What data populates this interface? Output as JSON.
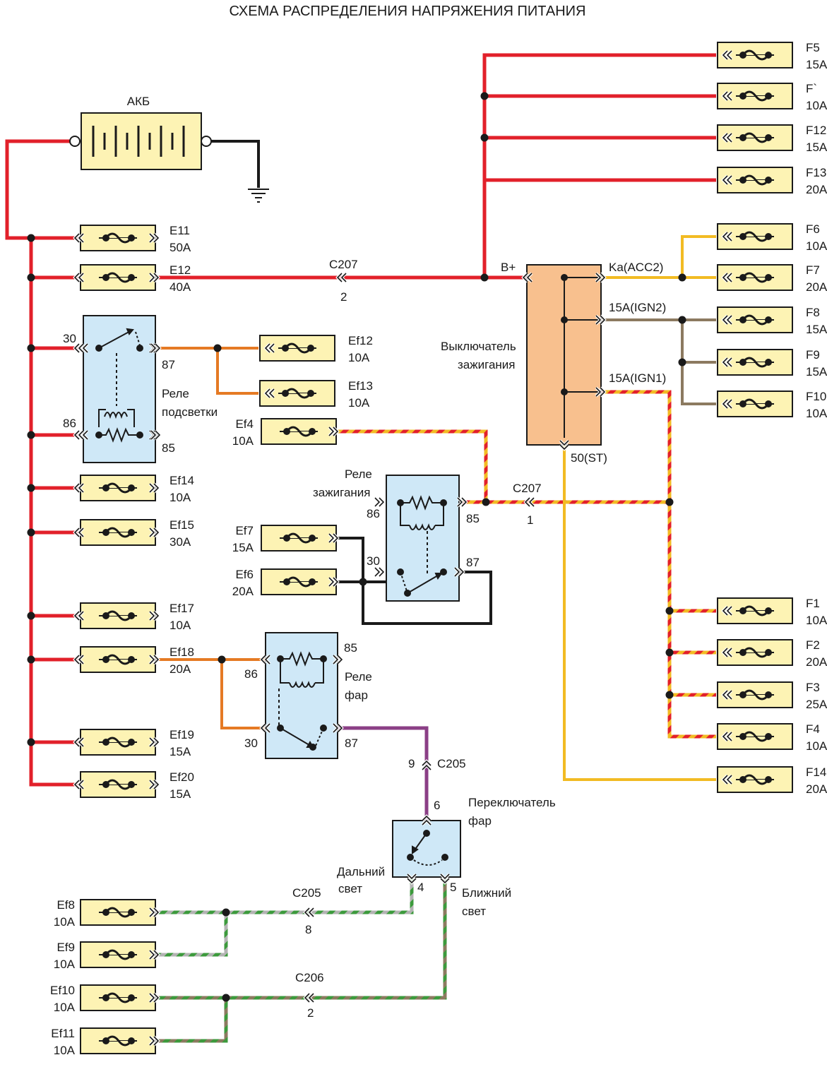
{
  "title": "СХЕМА РАСПРЕДЕЛЕНИЯ НАПРЯЖЕНИЯ ПИТАНИЯ",
  "colors": {
    "red": "#e2202a",
    "black": "#1a1a1a",
    "orange": "#e57a24",
    "yellow": "#f2bb23",
    "brown": "#8c7a60",
    "purple": "#8b3f86",
    "green": "#3c9a3c",
    "gray": "#b3b3b3",
    "fuse_fill": "#fdf3b4",
    "relay_fill": "#cfe8f7",
    "switch_fill": "#f8c08e"
  },
  "battery": {
    "label": "АКБ"
  },
  "fuses": {
    "F5": [
      "F5",
      "15A"
    ],
    "Fx": [
      "F`",
      "10A"
    ],
    "F12": [
      "F12",
      "15A"
    ],
    "F13": [
      "F13",
      "20A"
    ],
    "F6": [
      "F6",
      "10A"
    ],
    "F7": [
      "F7",
      "20A"
    ],
    "F8": [
      "F8",
      "15A"
    ],
    "F9": [
      "F9",
      "15A"
    ],
    "F10": [
      "F10",
      "10A"
    ],
    "F1": [
      "F1",
      "10A"
    ],
    "F2": [
      "F2",
      "20A"
    ],
    "F3": [
      "F3",
      "25A"
    ],
    "F4": [
      "F4",
      "10A"
    ],
    "F14": [
      "F14",
      "20A"
    ],
    "E11": [
      "E11",
      "50A"
    ],
    "E12": [
      "E12",
      "40A"
    ],
    "Ef12": [
      "Ef12",
      "10A"
    ],
    "Ef13": [
      "Ef13",
      "10A"
    ],
    "Ef4": [
      "Ef4",
      "10A"
    ],
    "Ef14": [
      "Ef14",
      "10A"
    ],
    "Ef15": [
      "Ef15",
      "30A"
    ],
    "Ef7": [
      "Ef7",
      "15A"
    ],
    "Ef6": [
      "Ef6",
      "20A"
    ],
    "Ef17": [
      "Ef17",
      "10A"
    ],
    "Ef18": [
      "Ef18",
      "20A"
    ],
    "Ef19": [
      "Ef19",
      "15A"
    ],
    "Ef20": [
      "Ef20",
      "15A"
    ],
    "Ef8": [
      "Ef8",
      "10A"
    ],
    "Ef9": [
      "Ef9",
      "10A"
    ],
    "Ef10": [
      "Ef10",
      "10A"
    ],
    "Ef11": [
      "Ef11",
      "10A"
    ]
  },
  "relays": {
    "backlight": {
      "name": [
        "Реле",
        "подсветки"
      ],
      "pins": [
        "30",
        "87",
        "86",
        "85"
      ]
    },
    "ignition": {
      "name": [
        "Реле",
        "зажигания"
      ],
      "pins": [
        "86",
        "85",
        "30",
        "87"
      ]
    },
    "headlight": {
      "name": [
        "Реле",
        "фар"
      ],
      "pins": [
        "85",
        "86",
        "30",
        "87"
      ]
    }
  },
  "ignition_switch": {
    "name": [
      "Выключатель",
      "зажигания"
    ],
    "terminals": {
      "bplus": "B+",
      "acc2": "Ka(ACC2)",
      "ign2": "15A(IGN2)",
      "ign1": "15A(IGN1)",
      "st": "50(ST)"
    }
  },
  "headlight_switch": {
    "name": [
      "Переключатель",
      "фар"
    ],
    "pin6": "6",
    "pin4": "4",
    "pin5": "5",
    "high_beam": [
      "Дальний",
      "свет"
    ],
    "low_beam": [
      "Ближний",
      "свет"
    ]
  },
  "connectors": {
    "c207_a": [
      "C207",
      "2"
    ],
    "c207_b": [
      "C207",
      "1"
    ],
    "c205_top": [
      "9",
      "C205"
    ],
    "c205_bottom": [
      "C205",
      "8"
    ],
    "c206": [
      "C206",
      "2"
    ]
  }
}
